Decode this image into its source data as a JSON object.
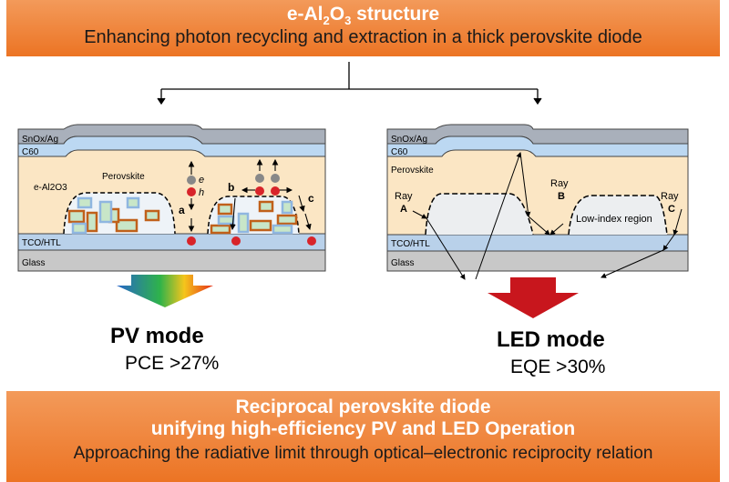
{
  "header": {
    "title": "e-Al2O3 structure",
    "title_prefix": "e-Al",
    "sub2": "2",
    "o": "O",
    "sub3": "3",
    "title_suffix": " structure",
    "subtitle": "Enhancing photon recycling and extraction in a thick perovskite diode"
  },
  "pv_panel": {
    "layers": [
      "SnOx/Ag",
      "C60",
      "TCO/HTL",
      "Glass"
    ],
    "labels": {
      "eal": "e-Al2O3",
      "perovskite": "Perovskite",
      "a": "a",
      "b": "b",
      "c": "c",
      "e": "e",
      "h": "h"
    }
  },
  "led_panel": {
    "layers": [
      "SnOx/Ag",
      "C60",
      "Perovskite",
      "TCO/HTL",
      "Glass"
    ],
    "labels": {
      "ray": "Ray",
      "A": "A",
      "B": "B",
      "C": "C",
      "region": "Low-index region"
    }
  },
  "pv": {
    "mode": "PV mode",
    "metric": "PCE >27%"
  },
  "led": {
    "mode": "LED mode",
    "metric": "EQE >30%"
  },
  "footer": {
    "line1": "Reciprocal perovskite diode",
    "line2": "unifying high-efficiency PV and LED Operation",
    "line3": "Approaching the radiative limit through optical–electronic reciprocity relation"
  },
  "colors": {
    "orange": "#ec7424",
    "perovskite": "#fbe6c4",
    "c60": "#bcd8f2",
    "sno": "#a9b0bb",
    "glass": "#c8c8c8",
    "led_arrow": "#c8161d"
  }
}
